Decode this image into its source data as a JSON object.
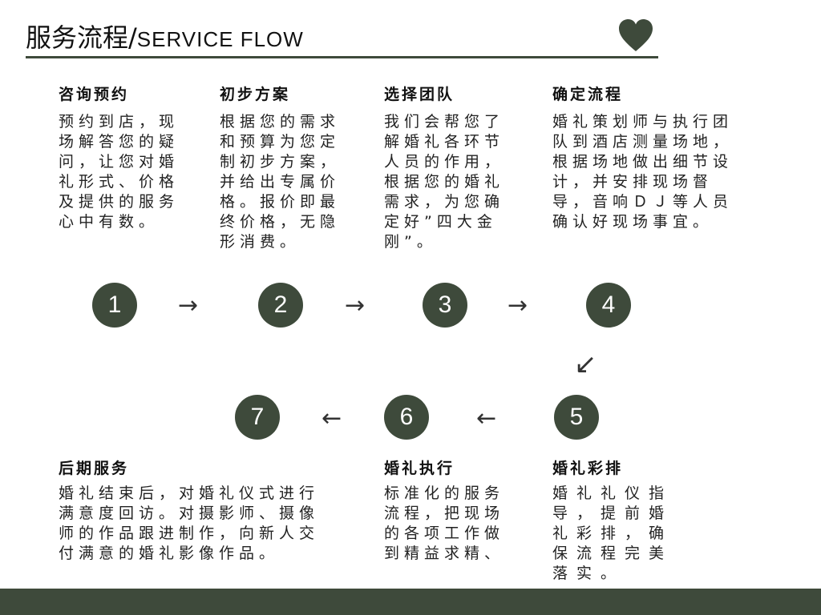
{
  "header": {
    "title_cn": "服务流程/",
    "title_en": "SERVICE  FLOW"
  },
  "colors": {
    "accent": "#3e4a3b",
    "text": "#222222",
    "background": "#ffffff"
  },
  "steps": [
    {
      "number": "1",
      "title": "咨询预约",
      "desc": "预约到店，现场解答您的疑问，让您对婚礼形式、价格及提供的服务心中有数。"
    },
    {
      "number": "2",
      "title": "初步方案",
      "desc": "根据您的需求和预算为您定制初步方案，并给出专属价格。报价即最终价格，无隐形消费。"
    },
    {
      "number": "3",
      "title": "选择团队",
      "desc": "我们会帮您了解婚礼各环节人员的作用，根据您的婚礼需求，为您确定好”四大金刚”。"
    },
    {
      "number": "4",
      "title": "确定流程",
      "desc": "婚礼策划师与执行团队到酒店测量场地，根据场地做出细节设计，并安排现场督导，音响ＤＪ等人员确认好现场事宜。"
    },
    {
      "number": "5",
      "title": "婚礼彩排",
      "desc": "婚礼礼仪指导，提前婚礼彩排，确保流程完美落实。"
    },
    {
      "number": "6",
      "title": "婚礼执行",
      "desc": "标准化的服务流程，把现场的各项工作做到精益求精、"
    },
    {
      "number": "7",
      "title": "后期服务",
      "desc": "婚礼结束后，对婚礼仪式进行满意度回访。对摄影师、摄像师的作品跟进制作，向新人交付满意的婚礼影像作品。"
    }
  ],
  "arrows": [
    "→",
    "→",
    "→",
    "↙",
    "←",
    "←"
  ]
}
